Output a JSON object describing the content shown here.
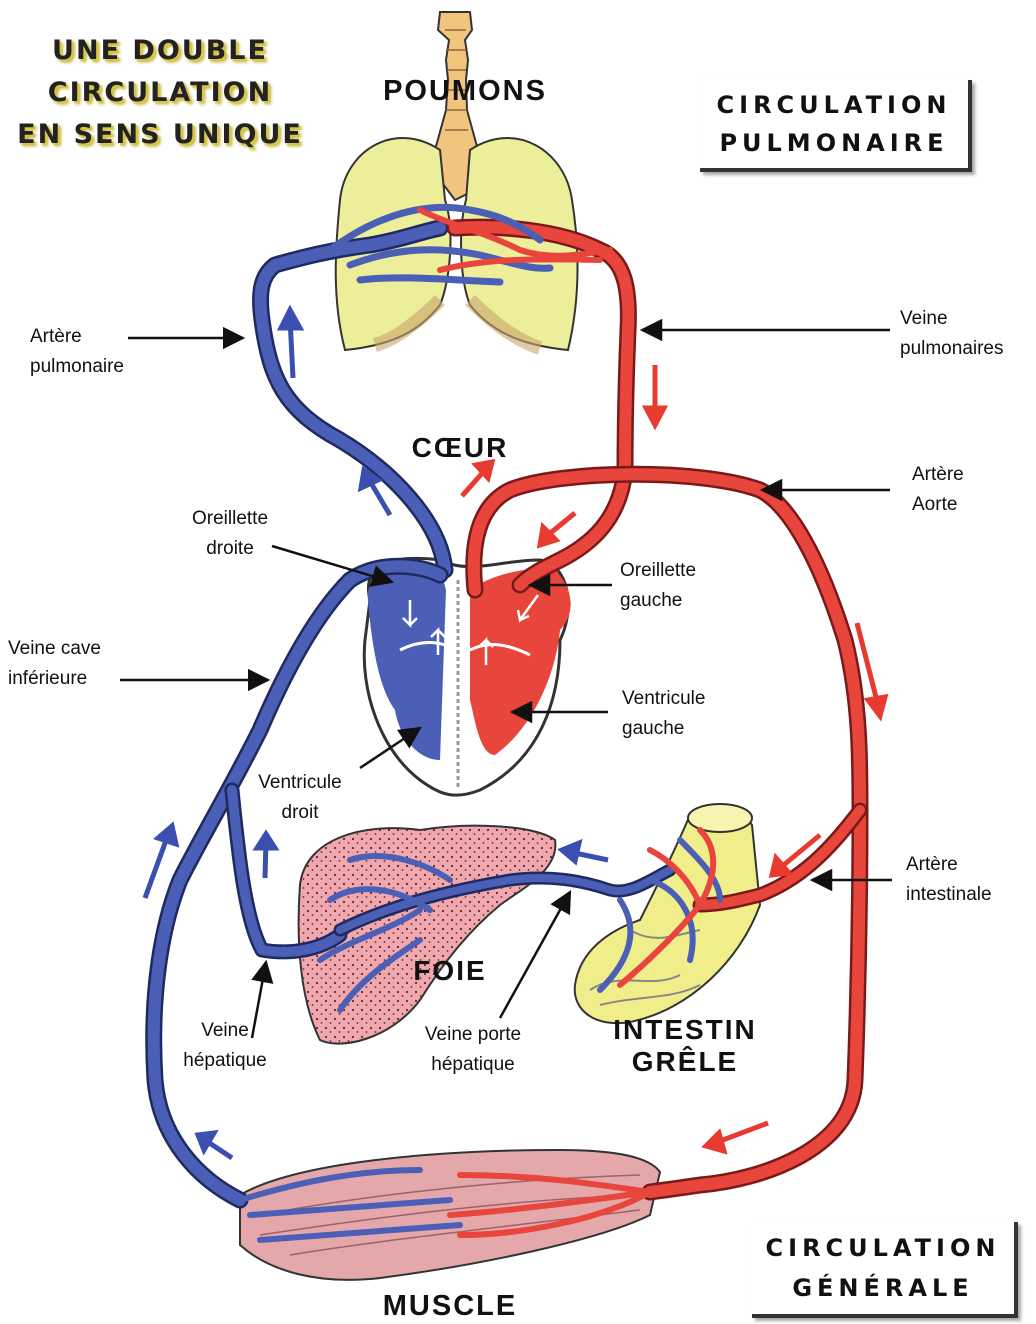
{
  "title": {
    "line1": "UNE DOUBLE",
    "line2": "CIRCULATION",
    "line3": "EN SENS UNIQUE"
  },
  "boxes": {
    "pulmonary": {
      "line1": "CIRCULATION",
      "line2": "PULMONAIRE"
    },
    "systemic": {
      "line1": "CIRCULATION",
      "line2": "GÉNÉRALE"
    }
  },
  "organs": {
    "lungs": "POUMONS",
    "heart": "CŒUR",
    "liver": "FOIE",
    "intestine_line1": "INTESTIN",
    "intestine_line2": "GRÊLE",
    "muscle": "MUSCLE"
  },
  "labels": {
    "pulmonary_artery": {
      "line1": "Artère",
      "line2": "pulmonaire"
    },
    "pulmonary_veins": {
      "line1": "Veine",
      "line2": "pulmonaires"
    },
    "aorta": {
      "line1": "Artère",
      "line2": "Aorte"
    },
    "right_atrium": {
      "line1": "Oreillette",
      "line2": "droite"
    },
    "left_atrium": {
      "line1": "Oreillette",
      "line2": "gauche"
    },
    "inferior_vena_cava": {
      "line1": "Veine cave",
      "line2": "inférieure"
    },
    "left_ventricle": {
      "line1": "Ventricule",
      "line2": "gauche"
    },
    "right_ventricle": {
      "line1": "Ventricule",
      "line2": "droit"
    },
    "intestinal_artery": {
      "line1": "Artère",
      "line2": "intestinale"
    },
    "hepatic_vein": {
      "line1": "Veine",
      "line2": "hépatique"
    },
    "hepatic_portal_vein": {
      "line1": "Veine porte",
      "line2": "hépatique"
    }
  },
  "colors": {
    "deoxygenated_blood": "#4a5fb5",
    "oxygenated_blood": "#e8453c",
    "lung": "#ecee9a",
    "liver": "#f0a8ae",
    "intestine": "#f0ee8a",
    "muscle": "#e4a8aa"
  }
}
